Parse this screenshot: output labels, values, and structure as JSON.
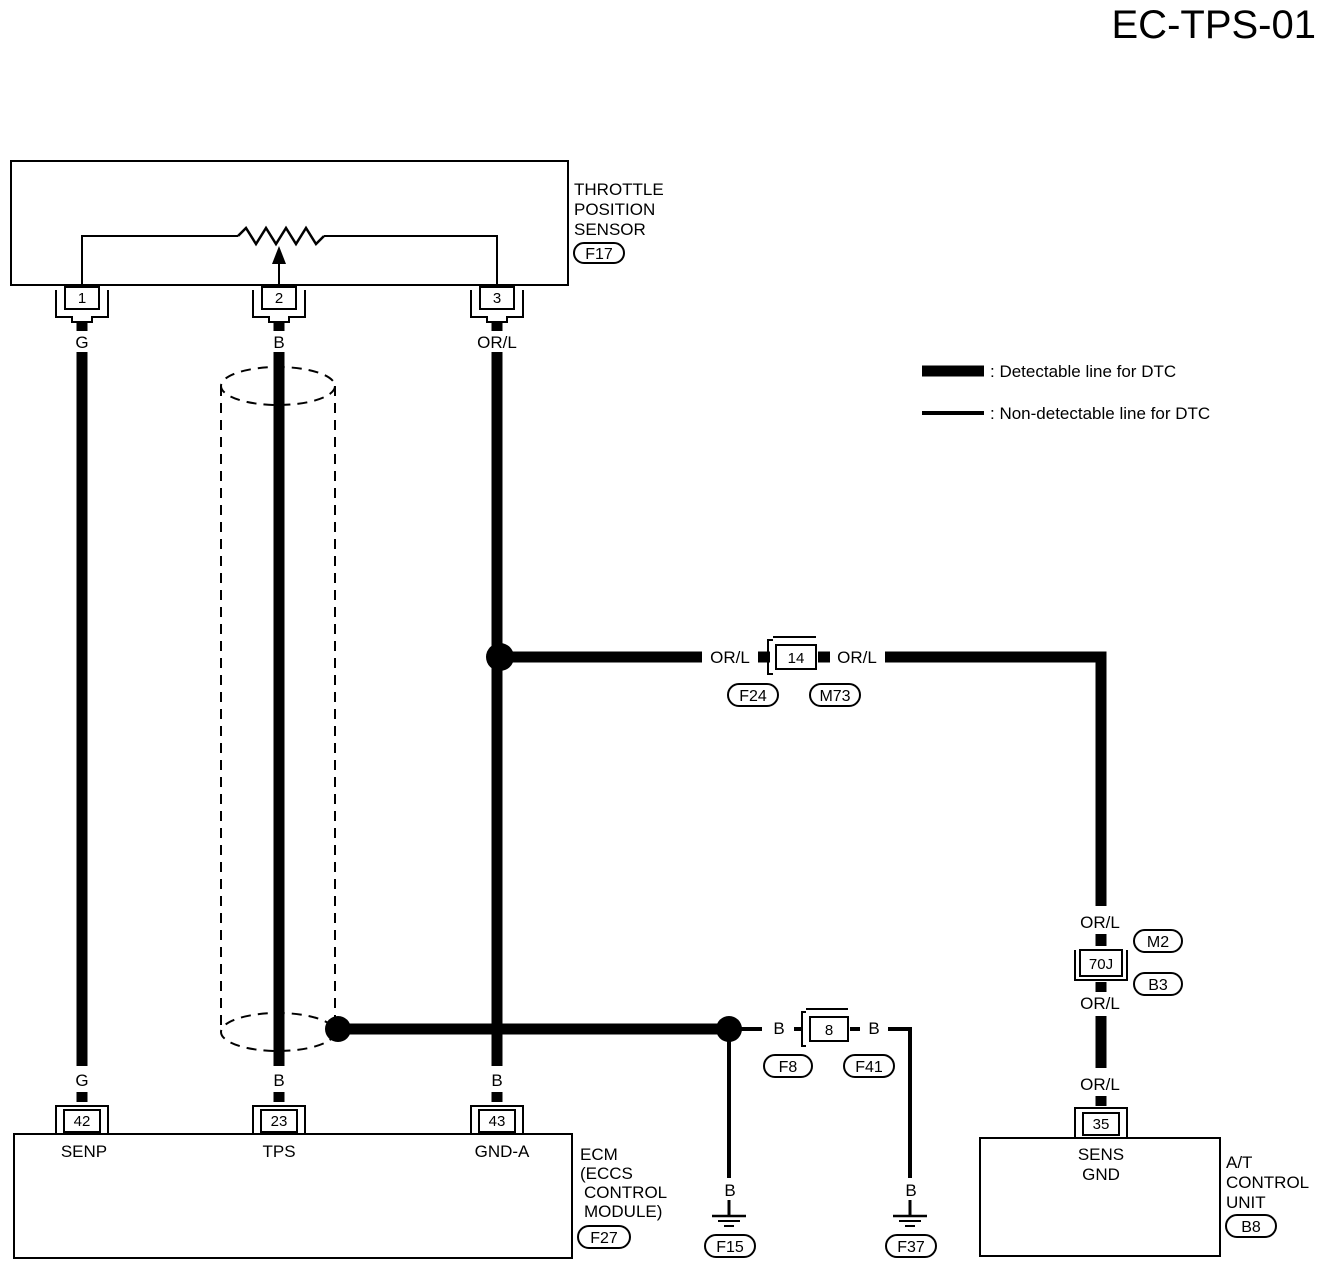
{
  "diagram_id": "EC-TPS-01",
  "legend": {
    "detectable": ": Detectable line for DTC",
    "non_detectable": ": Non-detectable line for DTC"
  },
  "tps": {
    "name_lines": [
      "THROTTLE",
      "POSITION",
      "SENSOR"
    ],
    "connector": "F17",
    "pins": [
      "1",
      "2",
      "3"
    ]
  },
  "ecm": {
    "name_lines": [
      "ECM",
      "(ECCS",
      "CONTROL",
      "MODULE)"
    ],
    "connector": "F27",
    "pins": [
      "42",
      "23",
      "43"
    ],
    "terminals": [
      "SENP",
      "TPS",
      "GND-A"
    ]
  },
  "tcu": {
    "name_lines": [
      "A/T",
      "CONTROL",
      "UNIT"
    ],
    "connector": "B8",
    "pin": "35",
    "terminal_lines": [
      "SENS",
      "GND"
    ]
  },
  "wire_colors": {
    "pin1": "G",
    "pin2": "B",
    "pin3": "OR/L",
    "ecm_42": "G",
    "ecm_23": "B",
    "ecm_43": "B",
    "branch_left": "OR/L",
    "branch_right": "OR/L",
    "tcu_upper": "OR/L",
    "tcu_mid": "OR/L",
    "tcu_lower": "OR/L",
    "ground_left": "B",
    "ground_right": "B",
    "ground_f15": "B",
    "ground_f37": "B"
  },
  "connectors": {
    "harness_14": {
      "pin": "14",
      "left": "F24",
      "right": "M73"
    },
    "harness_70j": {
      "pin": "70J",
      "upper": "M2",
      "lower": "B3"
    },
    "harness_8": {
      "pin": "8",
      "left": "F8",
      "right": "F41"
    }
  },
  "grounds": [
    "F15",
    "F37"
  ]
}
